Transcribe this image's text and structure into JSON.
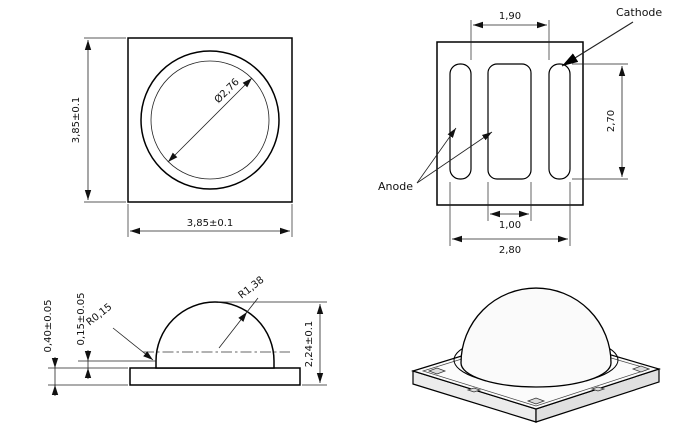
{
  "drawing": {
    "title_hint": "SMD LED package outline drawing",
    "colors": {
      "line": "#000000",
      "dimension": "#222222",
      "background": "#ffffff"
    },
    "top_view": {
      "dim_size_v": "3,85±0.1",
      "dim_size_h": "3,85±0.1",
      "dim_lens": "Ø2,76"
    },
    "pad_view": {
      "dim_gap": "1,90",
      "dim_length": "2,70",
      "dim_center_width": "1,00",
      "dim_span": "2,80",
      "anode": "Anode",
      "cathode": "Cathode"
    },
    "side_view": {
      "dim_base": "0,40±0.05",
      "dim_flange": "0,15±0.05",
      "dim_height": "2,24±0.1",
      "r_dome": "R1,38",
      "r_fillet": "R0,15"
    }
  }
}
